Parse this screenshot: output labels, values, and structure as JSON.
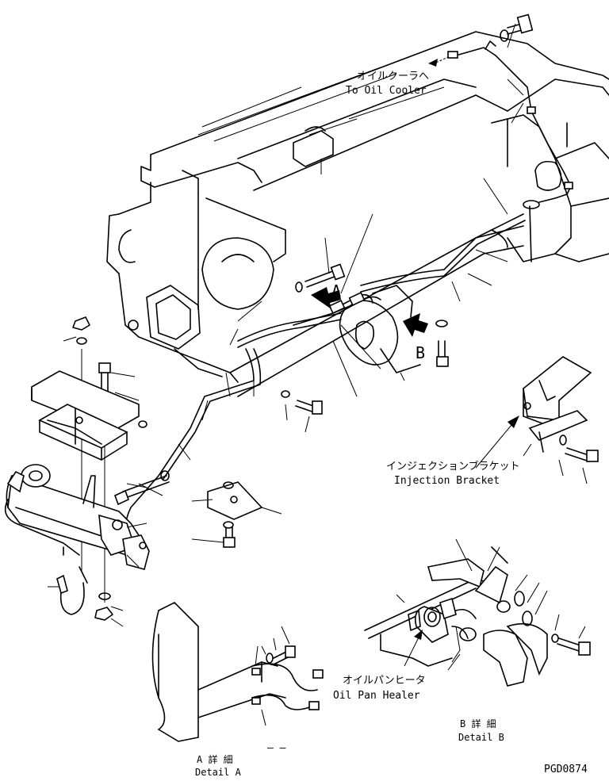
{
  "labels": {
    "oil_cooler_jp": "オイルクーラへ",
    "oil_cooler_en": "To Oil Cooler",
    "injection_bracket_jp": "インジェクションブラケット",
    "injection_bracket_en": "Injection Bracket",
    "oil_pan_heater_jp": "オイルパンヒータ",
    "oil_pan_heater_en": "Oil Pan Healer",
    "detail_a_jp": "A 詳 細",
    "detail_a_en": "Detail A",
    "detail_b_jp": "B 詳 細",
    "detail_b_en": "Detail B",
    "view_a": "A",
    "view_b": "B",
    "drawing_number": "PGD0874",
    "dash_mark": "– –"
  }
}
